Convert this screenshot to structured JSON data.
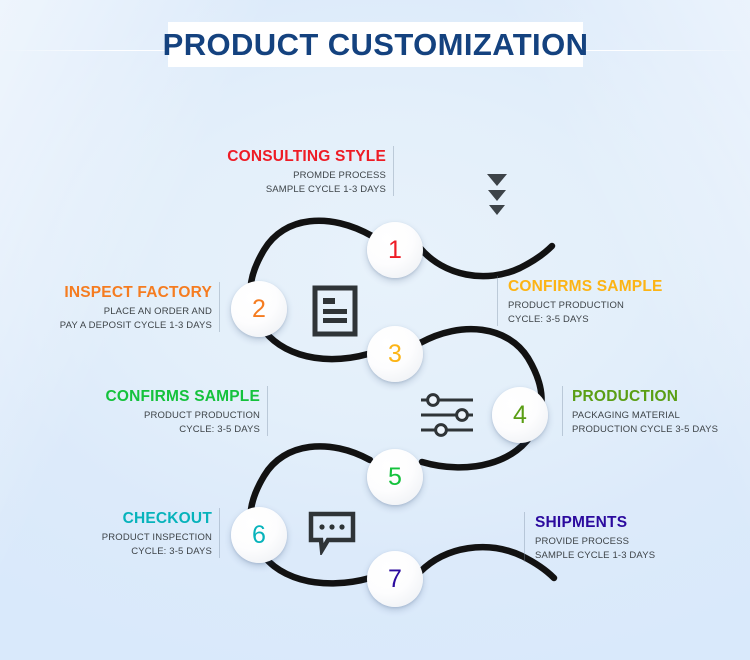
{
  "poster": {
    "title": "PRODUCT CUSTOMIZATION",
    "title_color": "#14427f",
    "background_colors": [
      "#f4f9fe",
      "#e3effa",
      "#dbeafb"
    ]
  },
  "steps": [
    {
      "number": "1",
      "color": "#ee1c25",
      "head": "CONSULTING STYLE",
      "sub1": "PROMDE PROCESS",
      "sub2": "SAMPLE CYCLE 1-3 DAYS",
      "side": "left"
    },
    {
      "number": "2",
      "color": "#f57c20",
      "head": "INSPECT  FACTORY",
      "sub1": "PLACE AN ORDER AND",
      "sub2": "PAY A DEPOSIT CYCLE 1-3 DAYS",
      "side": "left"
    },
    {
      "number": "3",
      "color": "#fcb415",
      "head": "CONFIRMS SAMPLE",
      "sub1": "PRODUCT PRODUCTION",
      "sub2": "CYCLE: 3-5 DAYS",
      "side": "right"
    },
    {
      "number": "4",
      "color": "#5a9e14",
      "head": "PRODUCTION",
      "sub1": "PACKAGING MATERIAL",
      "sub2": "PRODUCTION CYCLE 3-5 DAYS",
      "side": "right"
    },
    {
      "number": "5",
      "color": "#14c23c",
      "head": "CONFIRMS SAMPLE",
      "sub1": "PRODUCT PRODUCTION",
      "sub2": "CYCLE: 3-5 DAYS",
      "side": "left"
    },
    {
      "number": "6",
      "color": "#07b3bb",
      "head": "CHECKOUT",
      "sub1": "PRODUCT INSPECTION",
      "sub2": "CYCLE: 3-5 DAYS",
      "side": "left"
    },
    {
      "number": "7",
      "color": "#2b0a9e",
      "head": "SHIPMENTS",
      "sub1": "PROVIDE PROCESS",
      "sub2": "SAMPLE CYCLE 1-3 DAYS",
      "side": "right"
    }
  ],
  "icons": {
    "document": "document-lines-icon",
    "sliders": "sliders-settings-icon",
    "chat": "chat-bubble-dots-icon",
    "arrows": "triple-down-arrow-icon"
  }
}
